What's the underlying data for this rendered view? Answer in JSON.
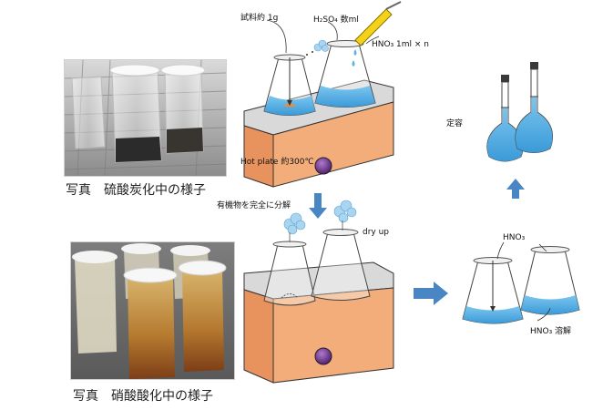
{
  "photo_top": {
    "caption_prefix": "写真",
    "caption_text": "硫酸炭化中の様子"
  },
  "photo_bottom": {
    "caption_prefix": "写真",
    "caption_text": "硝酸酸化中の様子"
  },
  "step1": {
    "sample_label": "試料約 1g",
    "h2so4_label": "H₂SO₄ 数ml",
    "hno3_label": "HNO₃ 1ml × n",
    "hotplate_label": "Hot plate 約300℃"
  },
  "arrow_down_label": "有機物を完全に分解",
  "step2": {
    "dry_label": "dry up"
  },
  "step3": {
    "hno3_label": "HNO₃",
    "dissolve_label": "HNO₃ 溶解"
  },
  "step4": {
    "teiyou_label": "定容"
  },
  "colors": {
    "solution": "#5bb3e6",
    "arrow": "#4a86c4",
    "hotplate_top": "#d7d7d7",
    "hotplate_front": "#f2ad7b",
    "knob": "#6a2c8f"
  }
}
